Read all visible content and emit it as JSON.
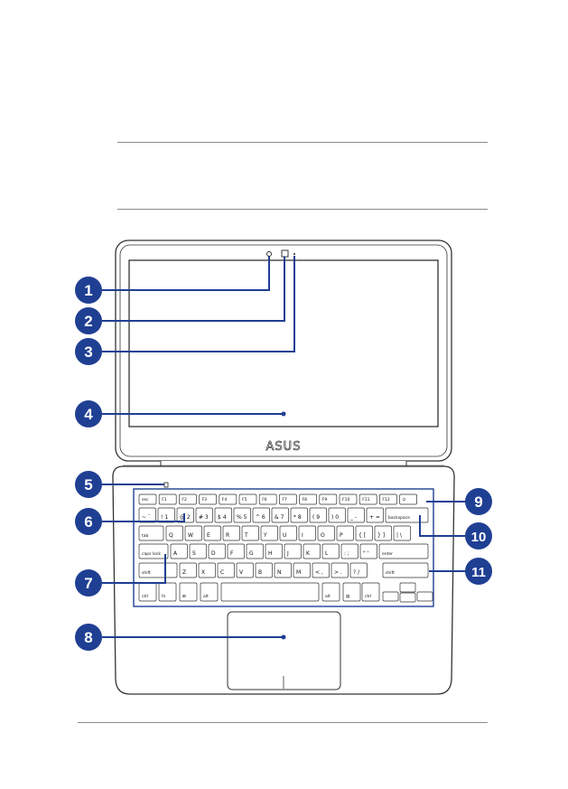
{
  "logo_text": "ASUS",
  "keyboard": {
    "row_function": [
      "esc",
      "F1",
      "F2",
      "F3",
      "F4",
      "F5",
      "F6",
      "F7",
      "F8",
      "F9",
      "F10",
      "F11",
      "F12",
      "⏻"
    ],
    "row_number": [
      "~ `",
      "! 1",
      "@ 2",
      "# 3",
      "$ 4",
      "% 5",
      "^ 6",
      "& 7",
      "* 8",
      "( 9",
      ") 0",
      "_ -",
      "+ ="
    ],
    "backspace": "backspace",
    "tab": "tab",
    "row_qwerty": [
      "Q",
      "W",
      "E",
      "R",
      "T",
      "Y",
      "U",
      "I",
      "O",
      "P",
      "{ [",
      "} ]",
      "| \\"
    ],
    "caps": "caps lock",
    "row_asdf": [
      "A",
      "S",
      "D",
      "F",
      "G",
      "H",
      "J",
      "K",
      "L",
      ": ;",
      "\" '"
    ],
    "enter": "enter",
    "shift_left": "shift",
    "row_zxcv": [
      "Z",
      "X",
      "C",
      "V",
      "B",
      "N",
      "M",
      "< ,",
      "> .",
      "? /"
    ],
    "shift_right": "shift",
    "row_bottom": [
      "ctrl",
      "fn",
      "⊞",
      "alt",
      "alt",
      "▤",
      "ctrl"
    ]
  },
  "callouts": [
    "1",
    "2",
    "3",
    "4",
    "5",
    "6",
    "7",
    "8",
    "9",
    "10",
    "11"
  ],
  "colors": {
    "callout": "#1f3f93",
    "outline": "#333333",
    "rule": "#8a8a8a"
  }
}
